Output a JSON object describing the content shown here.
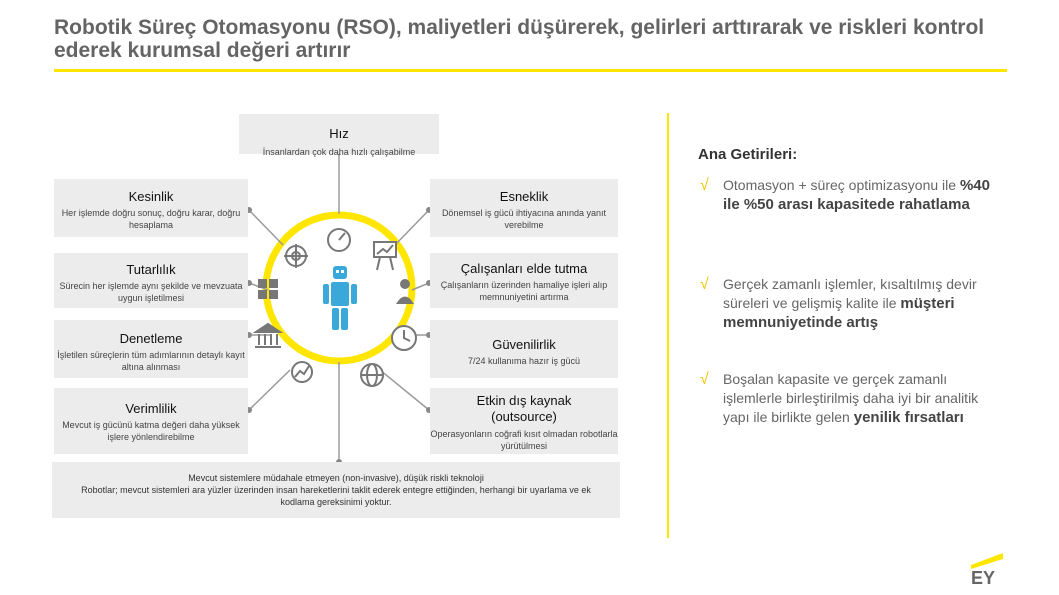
{
  "title": "Robotik Süreç Otomasyonu (RSO), maliyetleri düşürerek, gelirleri arttırarak ve riskleri kontrol ederek kurumsal değeri artırır",
  "diagram": {
    "top": {
      "title": "Hız",
      "sub": "İnsanlardan çok daha hızlı çalışabilme"
    },
    "left": [
      {
        "title": "Kesinlik",
        "sub": "Her işlemde doğru sonuç, doğru karar, doğru hesaplama"
      },
      {
        "title": "Tutarlılık",
        "sub": "Sürecin her işlemde aynı şekilde ve mevzuata uygun işletilmesi"
      },
      {
        "title": "Denetleme",
        "sub": "İşletilen süreçlerin tüm adımlarının detaylı kayıt altına alınması"
      },
      {
        "title": "Verimlilik",
        "sub": "Mevcut iş gücünü katma değeri daha yüksek işlere yönlendirebilme"
      }
    ],
    "right": [
      {
        "title": "Esneklik",
        "sub": "Dönemsel iş gücü ihtiyacına anında yanıt verebilme"
      },
      {
        "title": "Çalışanları elde tutma",
        "sub": "Çalışanların üzerinden hamaliye işleri alıp memnuniyetini artırma"
      },
      {
        "title": "Güvenilirlik",
        "sub": "7/24 kullanıma hazır iş gücü"
      },
      {
        "title": "Etkin dış kaynak (outsource)",
        "sub": "Operasyonların coğrafi kısıt olmadan robotlarla yürütülmesi"
      }
    ],
    "footer": {
      "line1": "Mevcut sistemlere müdahale etmeyen (non-invasive), düşük riskli teknoloji",
      "line2": "Robotlar; mevcut sistemleri ara yüzler üzerinden insan hareketlerini taklit ederek entegre ettiğinden, herhangi bir uyarlama ve ek kodlama gereksinimi yoktur."
    }
  },
  "benefits": {
    "title": "Ana Getirileri:",
    "items": [
      {
        "text": "Otomasyon + süreç optimizasyonu ile ",
        "highlight": "%40 ile %50 arası kapasitede rahatlama"
      },
      {
        "text": "Gerçek zamanlı işlemler, kısaltılmış devir süreleri ve gelişmiş kalite ile ",
        "highlight": "müşteri memnuniyetinde artış"
      },
      {
        "text": "Boşalan kapasite ve gerçek zamanlı işlemlerle birleştirilmiş daha iyi bir analitik yapı ile birlikte gelen ",
        "highlight": "yenilik fırsatları"
      }
    ],
    "check_symbol": "√"
  },
  "logo_text": "EY",
  "colors": {
    "accent": "#ffe600",
    "box": "#ececec",
    "robot": "#3aa8d8",
    "icon": "#777777"
  }
}
